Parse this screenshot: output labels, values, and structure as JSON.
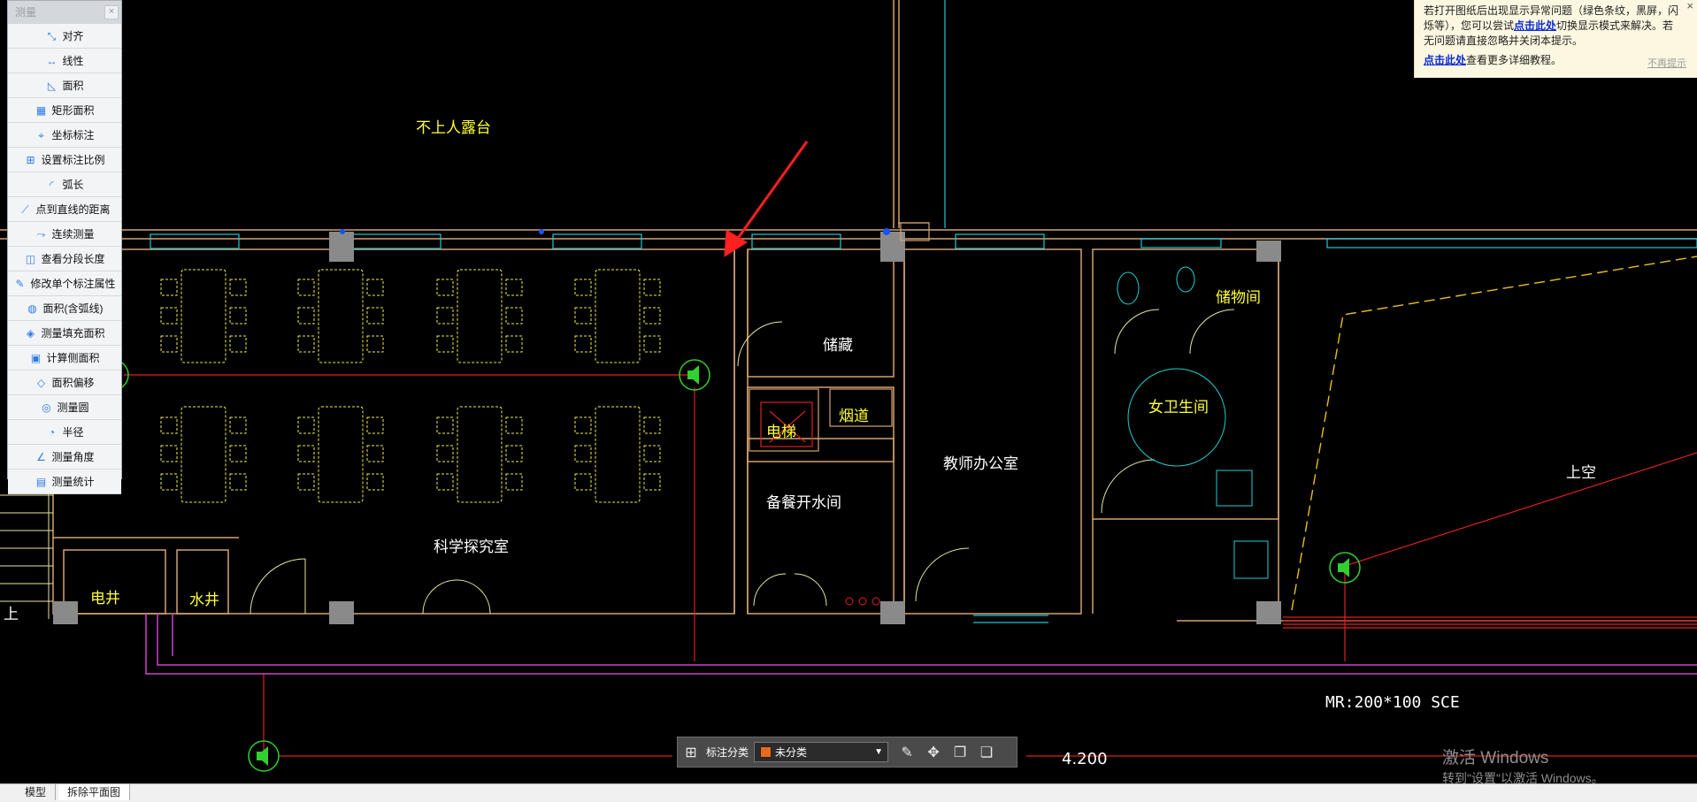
{
  "measure_panel": {
    "title": "测量",
    "close_label": "×",
    "items": [
      {
        "label": "对齐",
        "icon": "align-measure-icon"
      },
      {
        "label": "线性",
        "icon": "linear-measure-icon"
      },
      {
        "label": "面积",
        "icon": "area-icon"
      },
      {
        "label": "矩形面积",
        "icon": "rect-area-icon"
      },
      {
        "label": "坐标标注",
        "icon": "coordinate-icon"
      },
      {
        "label": "设置标注比例",
        "icon": "scale-icon"
      },
      {
        "label": "弧长",
        "icon": "arc-length-icon"
      },
      {
        "label": "点到直线的距离",
        "icon": "point-line-distance-icon"
      },
      {
        "label": "连续测量",
        "icon": "continuous-measure-icon"
      },
      {
        "label": "查看分段长度",
        "icon": "segment-length-icon"
      },
      {
        "label": "修改单个标注属性",
        "icon": "edit-annotation-icon"
      },
      {
        "label": "面积(含弧线)",
        "icon": "arc-area-icon"
      },
      {
        "label": "测量填充面积",
        "icon": "fill-area-icon"
      },
      {
        "label": "计算侧面积",
        "icon": "side-area-icon"
      },
      {
        "label": "面积偏移",
        "icon": "area-offset-icon"
      },
      {
        "label": "测量圆",
        "icon": "circle-measure-icon"
      },
      {
        "label": "半径",
        "icon": "radius-icon"
      },
      {
        "label": "测量角度",
        "icon": "angle-icon"
      },
      {
        "label": "测量统计",
        "icon": "statistics-icon"
      }
    ]
  },
  "notice": {
    "line1": "若打开图纸后出现显示异常问题（绿色条纹，黑屏，闪",
    "line2a": "烁等），您可以尝试",
    "link1": "点击此处",
    "line2b": "切换显示模式来解决。若",
    "line3": "无问题请直接忽略并关闭本提示。",
    "link2": "点击此处",
    "line4": "查看更多详细教程。",
    "dismiss": "不再提示",
    "close": "×"
  },
  "drawing": {
    "labels": {
      "terrace": "不上人露台",
      "storage": "储藏",
      "elevator": "电梯",
      "flue": "烟道",
      "prep_room": "备餐开水间",
      "office": "教师办公室",
      "storage2": "储物间",
      "toilet": "女卫生间",
      "void": "上空",
      "science": "科学探究室",
      "elec_shaft": "电井",
      "water_shaft": "水井",
      "up": "上",
      "duct_label": "MR:200*100  SCE",
      "elevation": "4.200"
    }
  },
  "toolbar": {
    "category_label": "标注分类",
    "category_value": "未分类",
    "category_color": "#e86a1a"
  },
  "tabs": [
    {
      "label": "模型"
    },
    {
      "label": "拆除平面图"
    }
  ],
  "watermark": {
    "line1": "激活 Windows",
    "line2": "转到\"设置\"以激活 Windows。"
  }
}
